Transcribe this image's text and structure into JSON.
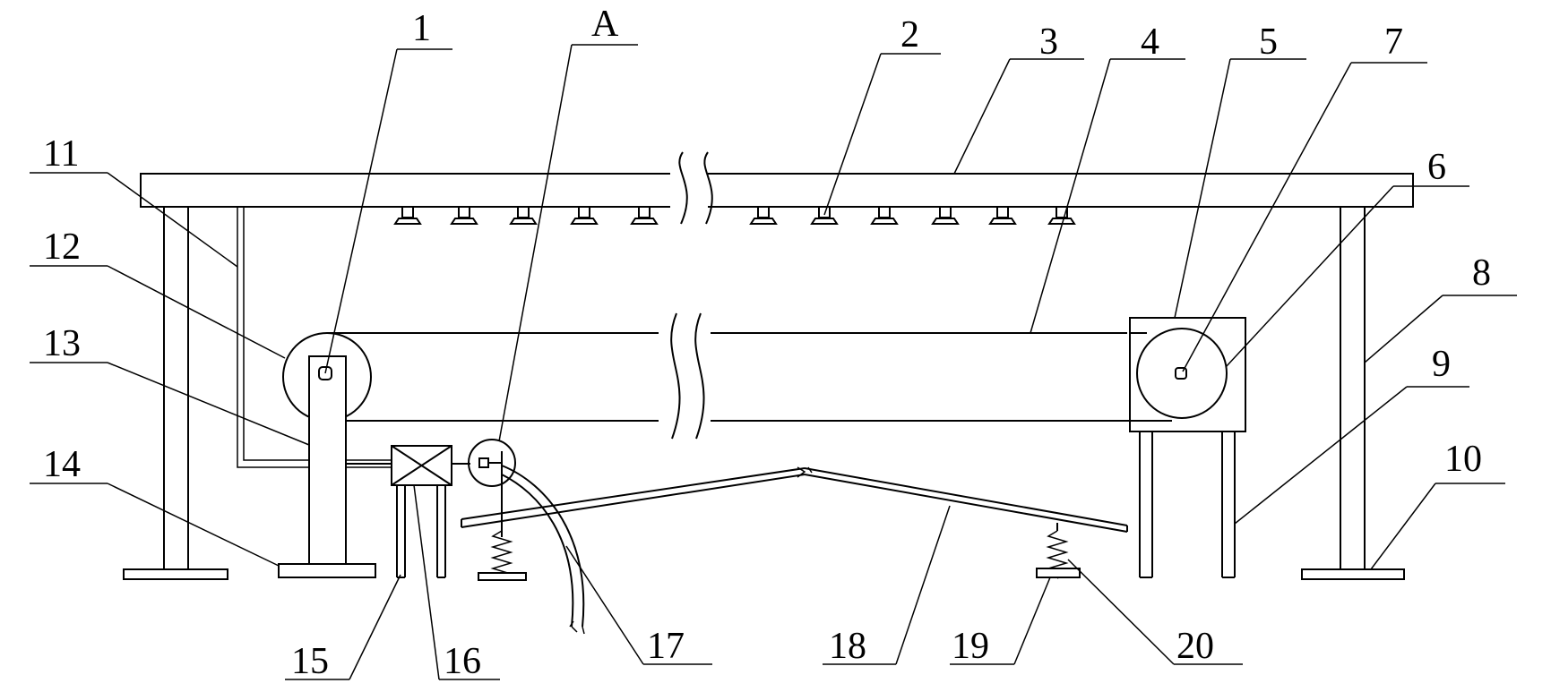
{
  "labels": {
    "l1": "1",
    "lA": "A",
    "l2": "2",
    "l3": "3",
    "l4": "4",
    "l5": "5",
    "l7": "7",
    "l6": "6",
    "l8": "8",
    "l9": "9",
    "l10": "10",
    "l11": "11",
    "l12": "12",
    "l13": "13",
    "l14": "14",
    "l15": "15",
    "l16": "16",
    "l17": "17",
    "l18": "18",
    "l19": "19",
    "l20": "20"
  }
}
